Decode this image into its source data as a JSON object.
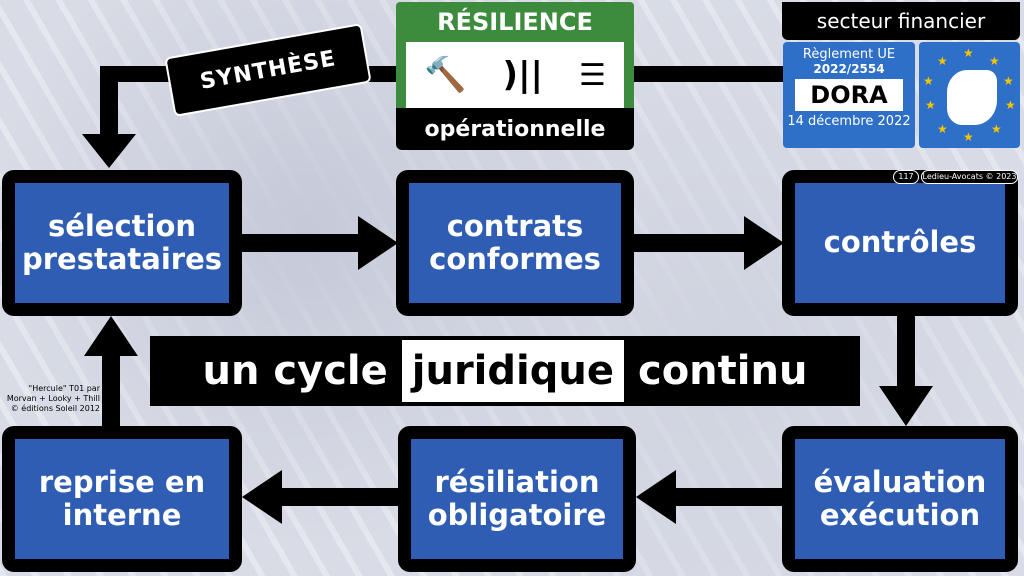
{
  "header": {
    "synthese": "SYNTHÈSE",
    "resilience": "RÉSILIENCE",
    "operationnelle": "opérationnelle",
    "secteur": "secteur financier"
  },
  "regulation": {
    "label": "Règlement UE",
    "number": "2022/2554",
    "name": "DORA",
    "date": "14 décembre 2022"
  },
  "footer": {
    "page": "117",
    "copyright": "Ledieu-Avocats © 2023"
  },
  "boxes": [
    "sélection prestataires",
    "contrats conformes",
    "contrôles",
    "évaluation exécution",
    "résiliation obligatoire",
    "reprise en interne"
  ],
  "banner": {
    "before": "un cycle",
    "highlight": "juridique",
    "after": "continu"
  },
  "credit": [
    "\"Hercule\" T01 par",
    "Morvan + Looky + Thill",
    "© éditions Soleil 2012"
  ],
  "colors": {
    "blue": "#2e5db3",
    "green": "#3d8b3d"
  }
}
